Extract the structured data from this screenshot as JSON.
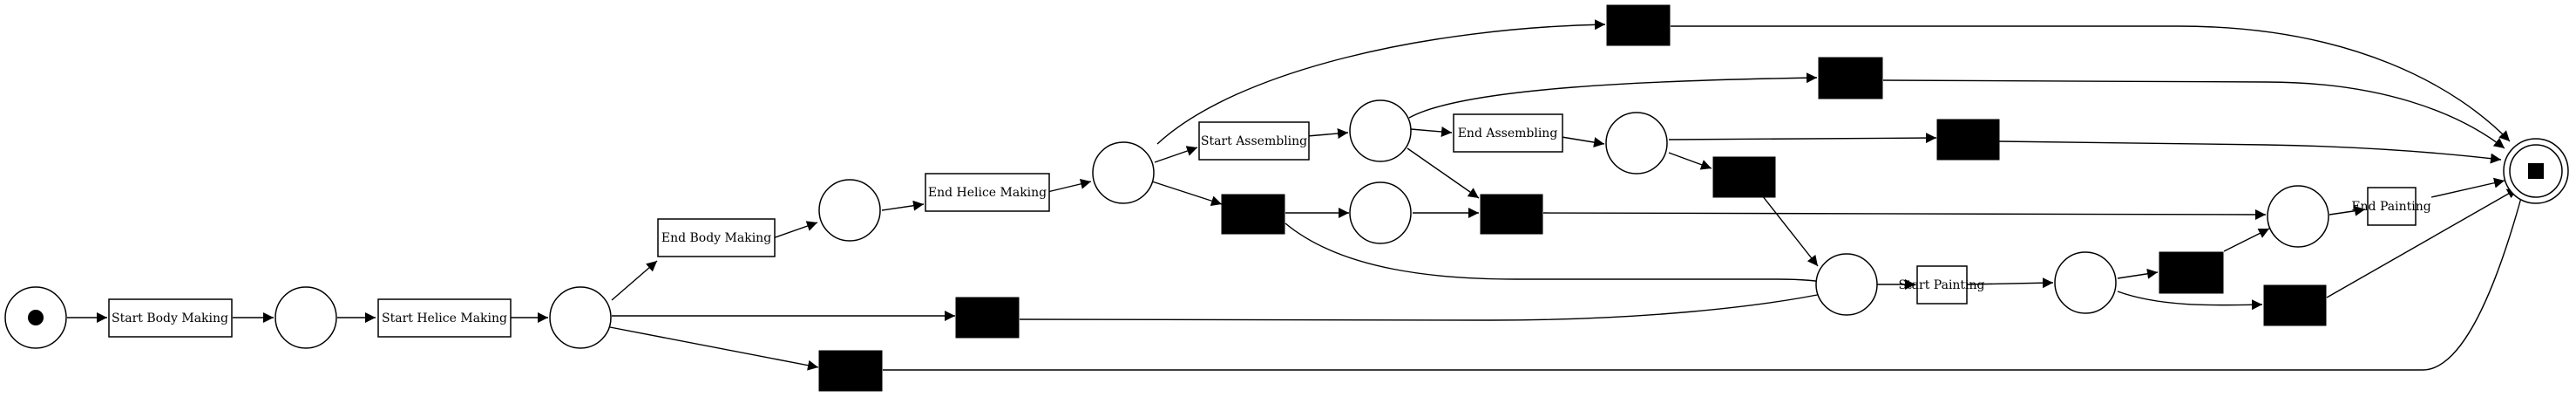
{
  "transitions": {
    "start_body_making": "Start Body Making",
    "start_helice_making": "Start Helice Making",
    "end_body_making": "End Body Making",
    "end_helice_making": "End Helice Making",
    "start_assembling": "Start Assembling",
    "end_assembling": "End Assembling",
    "start_painting": "Start Painting",
    "end_painting": "End Painting"
  }
}
